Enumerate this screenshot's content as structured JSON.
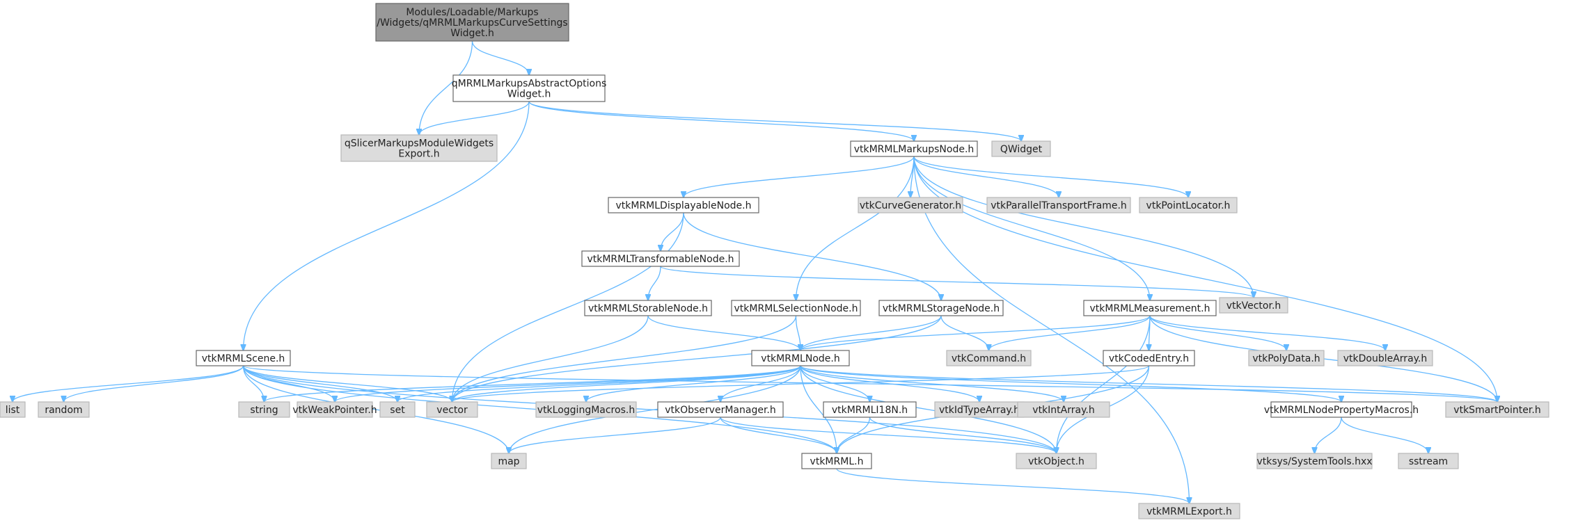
{
  "diagram": {
    "type": "include-dependency-graph",
    "nodes": [
      {
        "id": "root",
        "lines": [
          "Modules/Loadable/Markups",
          "/Widgets/qMRMLMarkupsCurveSettings",
          "Widget.h"
        ],
        "style": "root"
      },
      {
        "id": "abstract",
        "lines": [
          "qMRMLMarkupsAbstractOptions",
          "Widget.h"
        ],
        "style": "white"
      },
      {
        "id": "export",
        "lines": [
          "qSlicerMarkupsModuleWidgets",
          "Export.h"
        ],
        "style": "gray"
      },
      {
        "id": "markupsnode",
        "lines": [
          "vtkMRMLMarkupsNode.h"
        ],
        "style": "white"
      },
      {
        "id": "qwidget",
        "lines": [
          "QWidget"
        ],
        "style": "gray"
      },
      {
        "id": "displayable",
        "lines": [
          "vtkMRMLDisplayableNode.h"
        ],
        "style": "white"
      },
      {
        "id": "curvegen",
        "lines": [
          "vtkCurveGenerator.h"
        ],
        "style": "gray"
      },
      {
        "id": "ptf",
        "lines": [
          "vtkParallelTransportFrame.h"
        ],
        "style": "gray"
      },
      {
        "id": "pointlocator",
        "lines": [
          "vtkPointLocator.h"
        ],
        "style": "gray"
      },
      {
        "id": "transformable",
        "lines": [
          "vtkMRMLTransformableNode.h"
        ],
        "style": "white"
      },
      {
        "id": "vtkvector",
        "lines": [
          "vtkVector.h"
        ],
        "style": "gray"
      },
      {
        "id": "storable",
        "lines": [
          "vtkMRMLStorableNode.h"
        ],
        "style": "white"
      },
      {
        "id": "selection",
        "lines": [
          "vtkMRMLSelectionNode.h"
        ],
        "style": "white"
      },
      {
        "id": "storage",
        "lines": [
          "vtkMRMLStorageNode.h"
        ],
        "style": "white"
      },
      {
        "id": "measurement",
        "lines": [
          "vtkMRMLMeasurement.h"
        ],
        "style": "white"
      },
      {
        "id": "scene",
        "lines": [
          "vtkMRMLScene.h"
        ],
        "style": "white"
      },
      {
        "id": "mrmlnode",
        "lines": [
          "vtkMRMLNode.h"
        ],
        "style": "white"
      },
      {
        "id": "command",
        "lines": [
          "vtkCommand.h"
        ],
        "style": "gray"
      },
      {
        "id": "codedentry",
        "lines": [
          "vtkCodedEntry.h"
        ],
        "style": "white"
      },
      {
        "id": "polydata",
        "lines": [
          "vtkPolyData.h"
        ],
        "style": "gray"
      },
      {
        "id": "doublearray",
        "lines": [
          "vtkDoubleArray.h"
        ],
        "style": "gray"
      },
      {
        "id": "list",
        "lines": [
          "list"
        ],
        "style": "gray"
      },
      {
        "id": "random",
        "lines": [
          "random"
        ],
        "style": "gray"
      },
      {
        "id": "string",
        "lines": [
          "string"
        ],
        "style": "gray"
      },
      {
        "id": "weakpointer",
        "lines": [
          "vtkWeakPointer.h"
        ],
        "style": "gray"
      },
      {
        "id": "set",
        "lines": [
          "set"
        ],
        "style": "gray"
      },
      {
        "id": "vector",
        "lines": [
          "vector"
        ],
        "style": "gray"
      },
      {
        "id": "logging",
        "lines": [
          "vtkLoggingMacros.h"
        ],
        "style": "gray"
      },
      {
        "id": "observer",
        "lines": [
          "vtkObserverManager.h"
        ],
        "style": "white"
      },
      {
        "id": "i18n",
        "lines": [
          "vtkMRMLI18N.h"
        ],
        "style": "white"
      },
      {
        "id": "idtype",
        "lines": [
          "vtkIdTypeArray.h"
        ],
        "style": "gray"
      },
      {
        "id": "intarray",
        "lines": [
          "vtkIntArray.h"
        ],
        "style": "gray"
      },
      {
        "id": "propmacros",
        "lines": [
          "vtkMRMLNodePropertyMacros.h"
        ],
        "style": "white"
      },
      {
        "id": "smartpointer",
        "lines": [
          "vtkSmartPointer.h"
        ],
        "style": "gray"
      },
      {
        "id": "map",
        "lines": [
          "map"
        ],
        "style": "gray"
      },
      {
        "id": "vtkmrml",
        "lines": [
          "vtkMRML.h"
        ],
        "style": "white"
      },
      {
        "id": "vtkobject",
        "lines": [
          "vtkObject.h"
        ],
        "style": "gray"
      },
      {
        "id": "systools",
        "lines": [
          "vtksys/SystemTools.hxx"
        ],
        "style": "gray"
      },
      {
        "id": "sstream",
        "lines": [
          "sstream"
        ],
        "style": "gray"
      },
      {
        "id": "mrmlexport",
        "lines": [
          "vtkMRMLExport.h"
        ],
        "style": "gray"
      }
    ],
    "edges": [
      [
        "root",
        "abstract"
      ],
      [
        "root",
        "export"
      ],
      [
        "abstract",
        "export"
      ],
      [
        "abstract",
        "markupsnode"
      ],
      [
        "abstract",
        "qwidget"
      ],
      [
        "abstract",
        "scene"
      ],
      [
        "markupsnode",
        "displayable"
      ],
      [
        "markupsnode",
        "curvegen"
      ],
      [
        "markupsnode",
        "ptf"
      ],
      [
        "markupsnode",
        "pointlocator"
      ],
      [
        "markupsnode",
        "vtkvector"
      ],
      [
        "markupsnode",
        "selection"
      ],
      [
        "markupsnode",
        "measurement"
      ],
      [
        "markupsnode",
        "smartpointer"
      ],
      [
        "markupsnode",
        "mrmlexport"
      ],
      [
        "displayable",
        "transformable"
      ],
      [
        "displayable",
        "storage"
      ],
      [
        "displayable",
        "vector"
      ],
      [
        "transformable",
        "storable"
      ],
      [
        "transformable",
        "vtkvector"
      ],
      [
        "storable",
        "mrmlnode"
      ],
      [
        "storable",
        "vector"
      ],
      [
        "selection",
        "mrmlnode"
      ],
      [
        "selection",
        "vector"
      ],
      [
        "storage",
        "mrmlnode"
      ],
      [
        "storage",
        "command"
      ],
      [
        "storage",
        "vector"
      ],
      [
        "measurement",
        "mrmlnode"
      ],
      [
        "measurement",
        "command"
      ],
      [
        "measurement",
        "codedentry"
      ],
      [
        "measurement",
        "polydata"
      ],
      [
        "measurement",
        "doublearray"
      ],
      [
        "measurement",
        "smartpointer"
      ],
      [
        "measurement",
        "vtkobject"
      ],
      [
        "codedentry",
        "vector"
      ],
      [
        "codedentry",
        "vtkmrml"
      ],
      [
        "codedentry",
        "vtkobject"
      ],
      [
        "scene",
        "list"
      ],
      [
        "scene",
        "random"
      ],
      [
        "scene",
        "string"
      ],
      [
        "scene",
        "weakpointer"
      ],
      [
        "scene",
        "set"
      ],
      [
        "scene",
        "vector"
      ],
      [
        "scene",
        "map"
      ],
      [
        "scene",
        "vtkmrml"
      ],
      [
        "scene",
        "vtkobject"
      ],
      [
        "scene",
        "smartpointer"
      ],
      [
        "mrmlnode",
        "string"
      ],
      [
        "mrmlnode",
        "weakpointer"
      ],
      [
        "mrmlnode",
        "set"
      ],
      [
        "mrmlnode",
        "vector"
      ],
      [
        "mrmlnode",
        "map"
      ],
      [
        "mrmlnode",
        "logging"
      ],
      [
        "mrmlnode",
        "observer"
      ],
      [
        "mrmlnode",
        "vtkmrml"
      ],
      [
        "mrmlnode",
        "i18n"
      ],
      [
        "mrmlnode",
        "idtype"
      ],
      [
        "mrmlnode",
        "intarray"
      ],
      [
        "mrmlnode",
        "propmacros"
      ],
      [
        "mrmlnode",
        "smartpointer"
      ],
      [
        "mrmlnode",
        "vtkobject"
      ],
      [
        "observer",
        "map"
      ],
      [
        "observer",
        "vtkmrml"
      ],
      [
        "observer",
        "vtkobject"
      ],
      [
        "i18n",
        "vtkmrml"
      ],
      [
        "i18n",
        "vtkobject"
      ],
      [
        "propmacros",
        "systools"
      ],
      [
        "propmacros",
        "sstream"
      ],
      [
        "vtkmrml",
        "mrmlexport"
      ]
    ]
  }
}
